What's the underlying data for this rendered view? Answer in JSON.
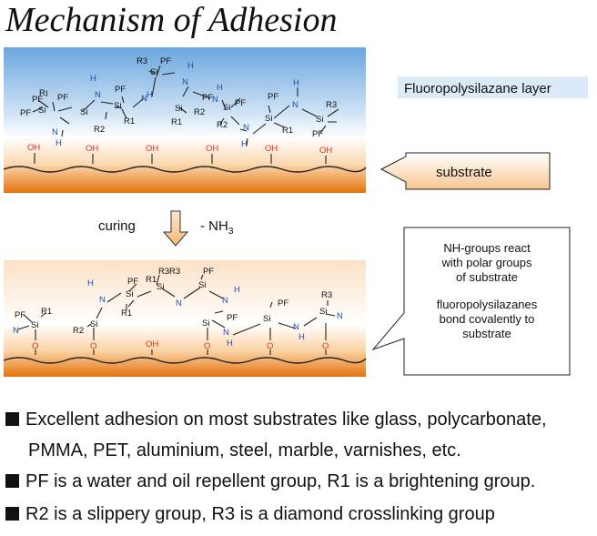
{
  "title": "Mechanism of Adhesion",
  "labels": {
    "layer": "Fluoropolysilazane layer",
    "substrate": "substrate",
    "curing": "curing",
    "nh3_prefix": "- NH",
    "nh3_sub": "3",
    "callout_lines": [
      "NH-groups react",
      "with polar groups",
      "of substrate",
      "",
      "fluoropolysilazanes",
      "bond covalently to",
      "substrate"
    ]
  },
  "bullets": [
    {
      "text": "Excellent adhesion on most substrates like glass, polycarbonate,",
      "cont": "PMMA, PET, aluminium, steel, marble, varnishes, etc."
    },
    {
      "text": "PF is a water and oil repellent group, R1 is a brightening group."
    },
    {
      "text": "R2 is a slippery group, R3 is a diamond crosslinking group"
    }
  ],
  "colors": {
    "blue_top": "#5b9bd5",
    "orange_bottom": "#e06a10",
    "hydrogen": "#1f4fb0",
    "oxygen": "#e0301e",
    "bullet_text": "#111111"
  }
}
